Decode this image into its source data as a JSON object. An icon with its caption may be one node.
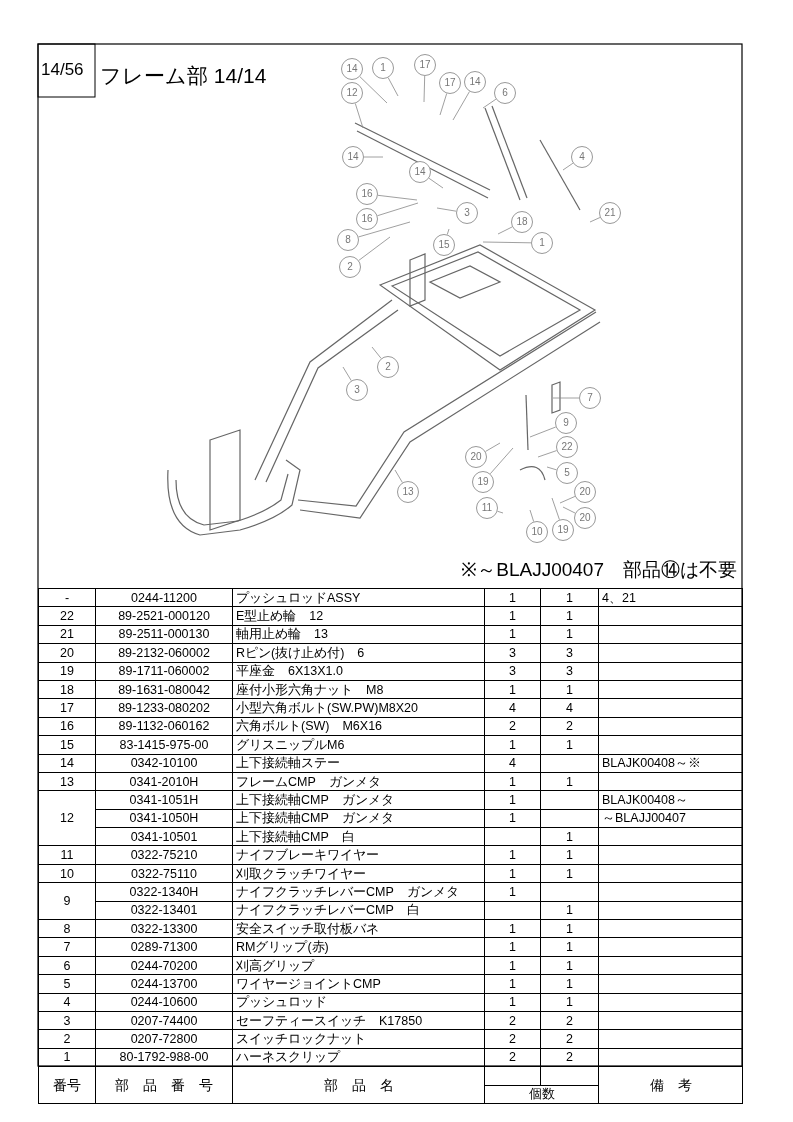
{
  "diagram": {
    "title": "フレーム部 14/14",
    "nodes": [
      {
        "text": [
          "14"
        ]
      },
      {
        "text": [
          "1"
        ]
      },
      {
        "text": [
          "17"
        ]
      },
      {
        "text": [
          "17"
        ]
      },
      {
        "text": [
          "14"
        ]
      },
      {
        "text": [
          "6"
        ]
      },
      {
        "text": [
          "12"
        ]
      },
      {
        "text": [
          "4"
        ]
      },
      {
        "text": [
          "14"
        ]
      },
      {
        "text": [
          "14"
        ]
      },
      {
        "text": [
          "16"
        ]
      },
      {
        "text": [
          "21"
        ]
      },
      {
        "text": [
          "3"
        ]
      },
      {
        "text": [
          "16"
        ]
      },
      {
        "text": [
          "18"
        ]
      },
      {
        "text": [
          "8"
        ]
      },
      {
        "text": [
          "15"
        ]
      },
      {
        "text": [
          "1"
        ]
      },
      {
        "text": [
          "2"
        ]
      },
      {
        "text": [
          "2"
        ]
      },
      {
        "text": [
          "3"
        ]
      },
      {
        "text": [
          "7"
        ]
      },
      {
        "text": [
          "9"
        ]
      },
      {
        "text": [
          "20"
        ]
      },
      {
        "text": [
          "22"
        ]
      },
      {
        "text": [
          "19"
        ]
      },
      {
        "text": [
          "5"
        ]
      },
      {
        "text": [
          "13"
        ]
      },
      {
        "text": [
          "20"
        ]
      },
      {
        "text": [
          "11"
        ]
      },
      {
        "text": [
          "20"
        ]
      },
      {
        "text": [
          "10"
        ]
      },
      {
        "text": [
          "19"
        ]
      }
    ],
    "edges": [
      {
        "from": 0,
        "to": null,
        "arrow": "none"
      },
      {
        "from": 1,
        "to": null,
        "arrow": "none"
      },
      {
        "from": 2,
        "to": null,
        "arrow": "none"
      },
      {
        "from": 3,
        "to": null,
        "arrow": "none"
      },
      {
        "from": 4,
        "to": null,
        "arrow": "none"
      },
      {
        "from": 5,
        "to": null,
        "arrow": "none"
      },
      {
        "from": 6,
        "to": null,
        "arrow": "none"
      },
      {
        "from": 7,
        "to": null,
        "arrow": "none"
      },
      {
        "from": 8,
        "to": null,
        "arrow": "none"
      },
      {
        "from": 9,
        "to": null,
        "arrow": "none"
      },
      {
        "from": 10,
        "to": null,
        "arrow": "none"
      },
      {
        "from": 11,
        "to": null,
        "arrow": "none"
      },
      {
        "from": 12,
        "to": null,
        "arrow": "none"
      },
      {
        "from": 13,
        "to": null,
        "arrow": "none"
      },
      {
        "from": 14,
        "to": null,
        "arrow": "none"
      },
      {
        "from": 15,
        "to": null,
        "arrow": "none"
      },
      {
        "from": 16,
        "to": null,
        "arrow": "none"
      },
      {
        "from": 17,
        "to": null,
        "arrow": "none"
      },
      {
        "from": 18,
        "to": null,
        "arrow": "none"
      },
      {
        "from": 19,
        "to": null,
        "arrow": "none"
      },
      {
        "from": 20,
        "to": null,
        "arrow": "none"
      },
      {
        "from": 21,
        "to": null,
        "arrow": "none"
      },
      {
        "from": 22,
        "to": null,
        "arrow": "none"
      },
      {
        "from": 23,
        "to": null,
        "arrow": "none"
      },
      {
        "from": 24,
        "to": null,
        "arrow": "none"
      },
      {
        "from": 25,
        "to": null,
        "arrow": "none"
      },
      {
        "from": 26,
        "to": null,
        "arrow": "none"
      },
      {
        "from": 27,
        "to": null,
        "arrow": "none"
      },
      {
        "from": 28,
        "to": null,
        "arrow": "none"
      },
      {
        "from": 29,
        "to": null,
        "arrow": "none"
      },
      {
        "from": 30,
        "to": null,
        "arrow": "none"
      },
      {
        "from": 31,
        "to": null,
        "arrow": "none"
      },
      {
        "from": 32,
        "to": null,
        "arrow": "none"
      }
    ],
    "labels": [
      "14/56",
      "※～BLAJJ00407　部品⑭は不要",
      "-",
      "0244-11200",
      "プッシュロッドASSY",
      "1",
      "1",
      "4、21",
      "22",
      "89-2521-000120",
      "E型止め輪　12",
      "1",
      "1",
      "21",
      "89-2511-000130",
      "軸用止め輪　13",
      "1",
      "1",
      "20",
      "89-2132-060002",
      "Rピン(抜け止め付)　6",
      "3",
      "3",
      "19",
      "89-1711-060002",
      "平座金　6X13X1.0",
      "3",
      "3",
      "18",
      "89-1631-080042",
      "座付小形六角ナット　M8",
      "1",
      "1",
      "17",
      "89-1233-080202",
      "小型六角ボルト(SW.PW)M8X20",
      "4",
      "4",
      "16",
      "89-1132-060162",
      "六角ボルト(SW)　M6X16",
      "2",
      "2",
      "15",
      "83-1415-975-00",
      "グリスニップルM6",
      "1",
      "1",
      "14",
      "0342-10100",
      "上下接続軸ステー",
      "4",
      "BLAJK00408～※",
      "13",
      "0341-2010H",
      "フレームCMP　ガンメタ",
      "1",
      "1",
      "12",
      "0341-1051H",
      "上下接続軸CMP　ガンメタ",
      "1",
      "BLAJK00408～",
      "0341-1050H",
      "上下接続軸CMP　ガンメタ",
      "1",
      "～BLAJJ00407",
      "0341-10501",
      "上下接続軸CMP　白",
      "1",
      "11",
      "0322-75210",
      "ナイフブレーキワイヤー",
      "1",
      "1",
      "10",
      "0322-75110",
      "刈取クラッチワイヤー",
      "1",
      "1",
      "9",
      "0322-1340H",
      "ナイフクラッチレバーCMP　ガンメタ",
      "1",
      "0322-13401",
      "ナイフクラッチレバーCMP　白",
      "1",
      "8",
      "0322-13300",
      "安全スイッチ取付板バネ",
      "1",
      "1",
      "7",
      "0289-71300",
      "RMグリップ(赤)",
      "1",
      "1",
      "6",
      "0244-70200",
      "刈高グリップ",
      "1",
      "1",
      "5",
      "0244-13700",
      "ワイヤージョイントCMP",
      "1",
      "1",
      "4",
      "0244-10600",
      "プッシュロッド",
      "1",
      "1",
      "3",
      "0207-74400",
      "セーフティースイッチ　K17850",
      "2",
      "2",
      "2",
      "0207-72800",
      "スイッチロックナット",
      "2",
      "2",
      "1",
      "80-1792-988-00",
      "ハーネスクリップ",
      "2",
      "2",
      "番号",
      "部　品　番　号",
      "部　品　名",
      "備　考",
      "個数"
    ]
  }
}
